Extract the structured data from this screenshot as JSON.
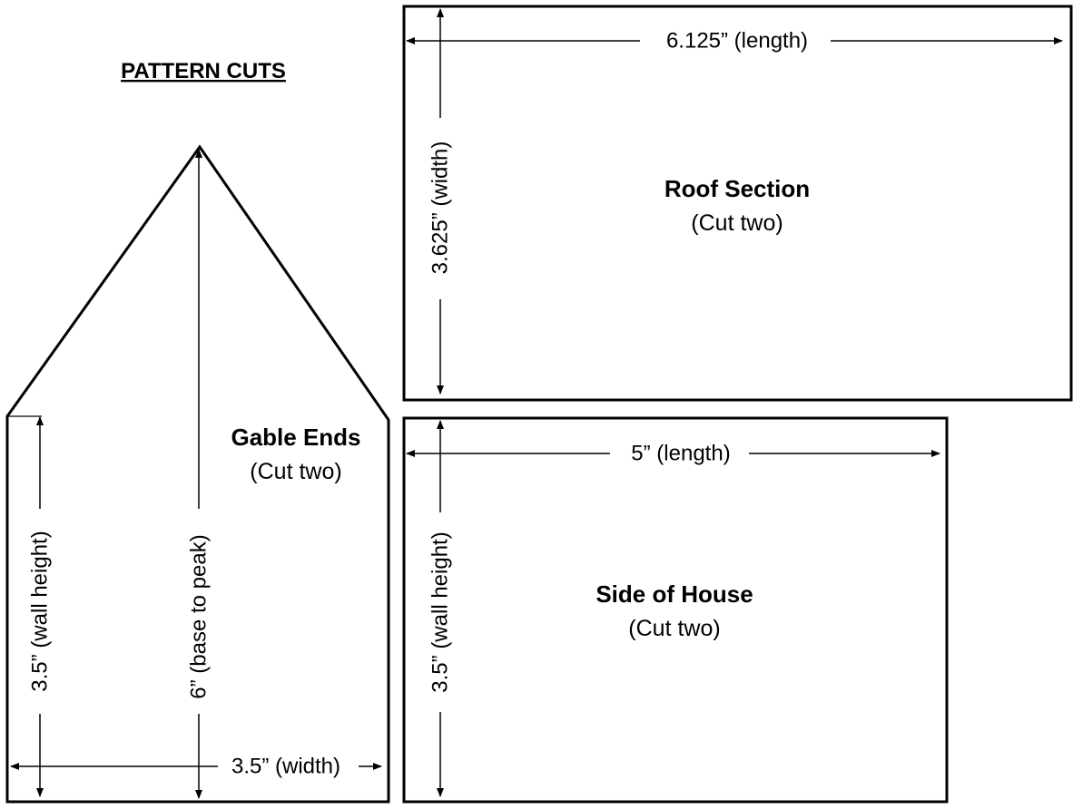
{
  "title": "PATTERN CUTS",
  "gable": {
    "name": "Gable Ends",
    "instruction": "(Cut two)",
    "wall_height": "3.5” (wall height)",
    "base_to_peak": "6” (base to peak)",
    "width": "3.5” (width)"
  },
  "roof": {
    "name": "Roof Section",
    "instruction": "(Cut two)",
    "length": "6.125” (length)",
    "width": "3.625” (width)"
  },
  "side": {
    "name": "Side of House",
    "instruction": "(Cut two)",
    "length": "5” (length)",
    "wall_height": "3.5” (wall height)"
  }
}
